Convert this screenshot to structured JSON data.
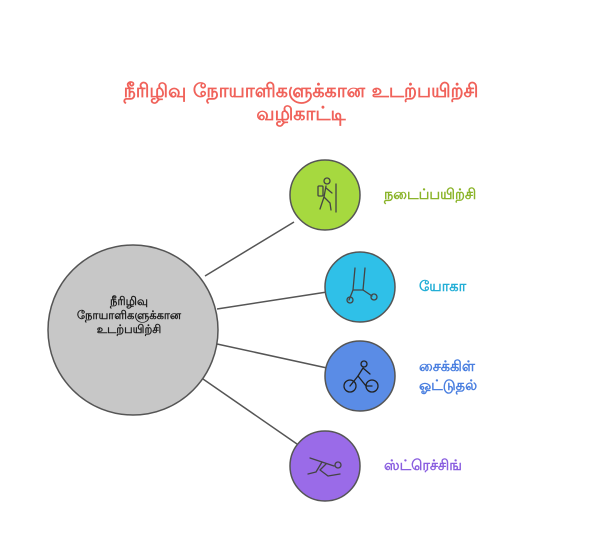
{
  "title": {
    "line1": "நீரிழிவு நோயாளிகளுக்கான உடற்பயிற்சி",
    "line2": "வழிகாட்டி"
  },
  "center": {
    "line1": "நீரிழிவு",
    "line2": "நோயாளிகளுக்கான",
    "line3": "உடற்பயிற்சி"
  },
  "nodes": [
    {
      "label": "நடைப்பயிற்சி",
      "icon": "hiker-icon",
      "color": "#a6d93f",
      "text_color": "#8bb42a"
    },
    {
      "label": "யோகா",
      "icon": "yoga-pose-icon",
      "color": "#2fc0e8",
      "text_color": "#23aed6"
    },
    {
      "label_line1": "சைக்கிள்",
      "label_line2": "ஓட்டுதல்",
      "icon": "cyclist-icon",
      "color": "#5a8ce6",
      "text_color": "#4a7fe0"
    },
    {
      "label": "ஸ்ட்ரெச்சிங்",
      "icon": "stretching-icon",
      "color": "#9a6be8",
      "text_color": "#8a5fe0"
    }
  ],
  "colors": {
    "title": "#f0625a",
    "center_fill": "#c7c7c7",
    "connector": "#555555"
  }
}
